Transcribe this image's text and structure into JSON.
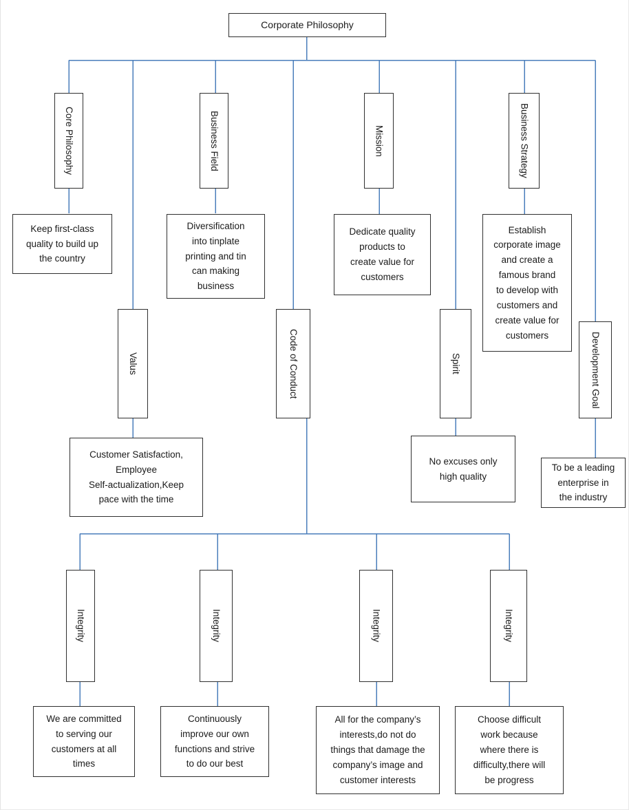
{
  "diagram": {
    "type": "organizational-tree",
    "title": "Corporate Philosophy",
    "line_color": "#4a7ebb",
    "box_border_color": "#2f2f2f",
    "background_color": "#ffffff",
    "root": {
      "label": "Corporate Philosophy"
    },
    "branches": [
      {
        "id": "core-philosophy",
        "label": "Core Philosophy",
        "orientation": "vertical",
        "child": "Keep first-class\nquality to build up\nthe country"
      },
      {
        "id": "valus",
        "label": "Valus",
        "orientation": "vertical",
        "child": "Customer Satisfaction,\nEmployee\nSelf-actualization,Keep\npace with the time"
      },
      {
        "id": "business-field",
        "label": "Business Field",
        "orientation": "vertical",
        "child": "Diversification\ninto tinplate\nprinting and tin\ncan making\nbusiness"
      },
      {
        "id": "code-of-conduct",
        "label": "Code of Conduct",
        "orientation": "vertical",
        "child": null
      },
      {
        "id": "mission",
        "label": "Mission",
        "orientation": "vertical",
        "child": "Dedicate quality\nproducts to\ncreate value for\ncustomers"
      },
      {
        "id": "spirit",
        "label": "Spirit",
        "orientation": "vertical",
        "child": "No excuses only\nhigh quality"
      },
      {
        "id": "business-strategy",
        "label": "Business Strategy",
        "orientation": "vertical",
        "child": "Establish\ncorporate image\nand create a\nfamous brand\nto develop with\ncustomers and\ncreate value for\ncustomers"
      },
      {
        "id": "development-goal",
        "label": "Development Goal",
        "orientation": "vertical",
        "child": "To be a leading\nenterprise in\nthe industry"
      }
    ],
    "conduct_children": [
      {
        "id": "integrity-1",
        "label": "Integrity",
        "orientation": "vertical",
        "child": "We are committed\nto serving our\ncustomers at all\ntimes"
      },
      {
        "id": "integrity-2",
        "label": "Integrity",
        "orientation": "vertical",
        "child": "Continuously\nimprove our own\nfunctions and strive\nto do our best"
      },
      {
        "id": "integrity-3",
        "label": "Integrity",
        "orientation": "vertical",
        "child": "All for the company’s\ninterests,do not do\nthings that damage the\ncompany’s image and\ncustomer interests"
      },
      {
        "id": "integrity-4",
        "label": "Integrity",
        "orientation": "vertical",
        "child": "Choose difficult\nwork because\nwhere there is\ndifficulty,there will\nbe progress"
      }
    ]
  }
}
